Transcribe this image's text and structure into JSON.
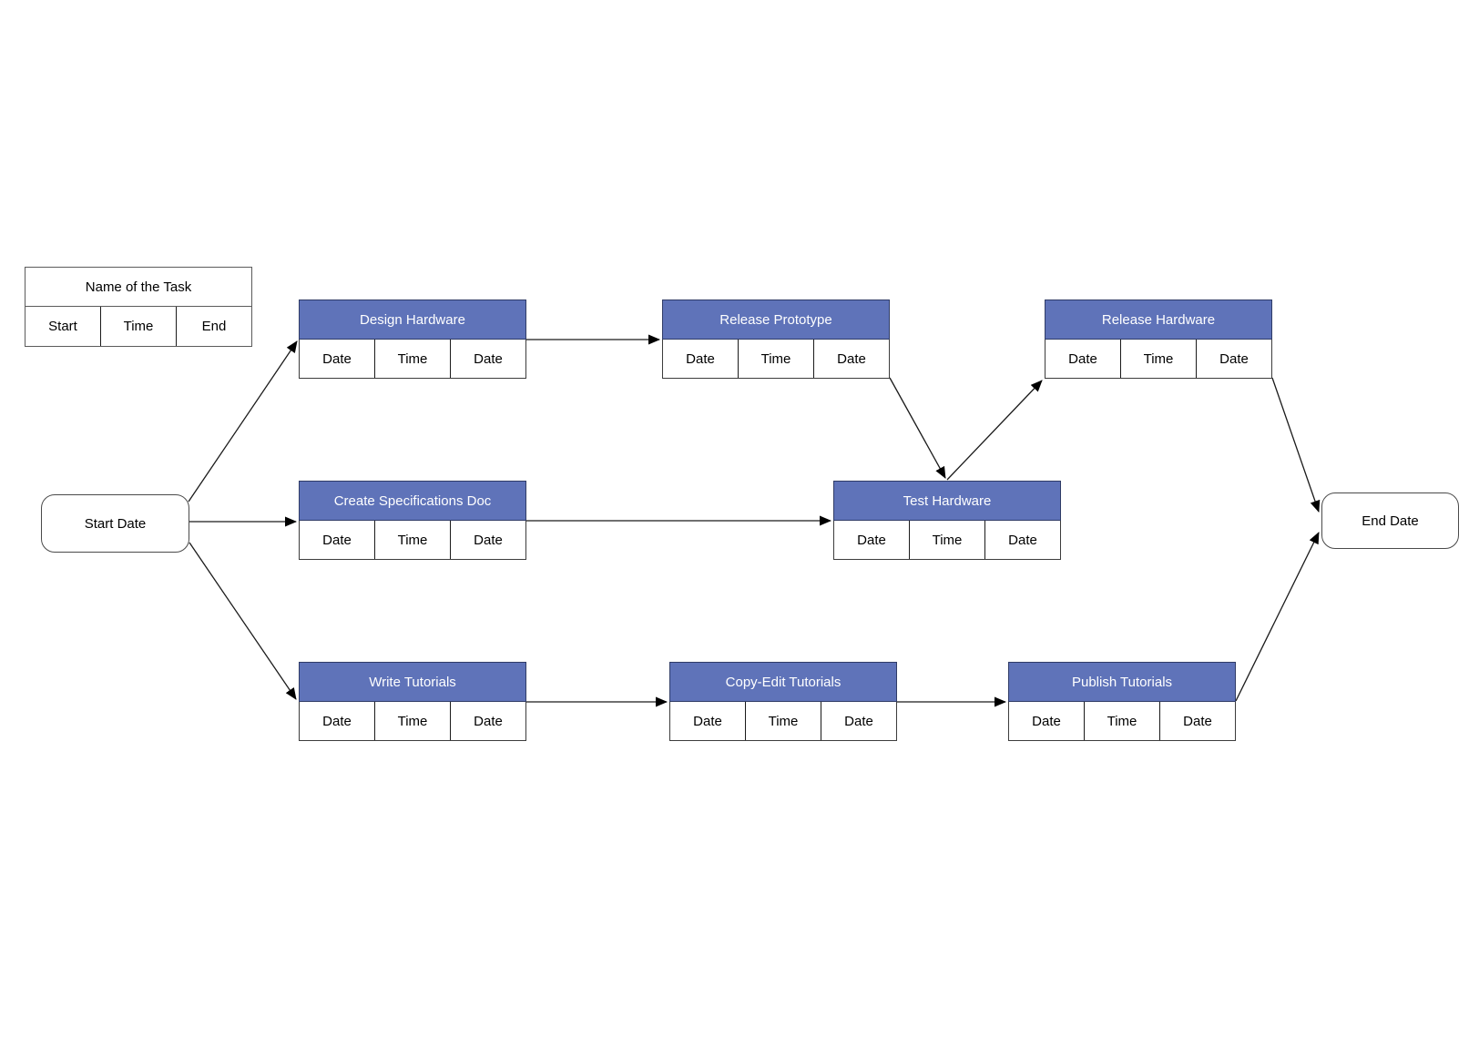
{
  "diagram": {
    "legend": {
      "title": "Name of the Task",
      "columns": [
        "Start",
        "Time",
        "End"
      ]
    },
    "start_node": {
      "label": "Start Date"
    },
    "end_node": {
      "label": "End Date"
    },
    "tasks": [
      {
        "title": "Design Hardware",
        "row": "top",
        "cells": [
          "Date",
          "Time",
          "Date"
        ]
      },
      {
        "title": "Release Prototype",
        "row": "top",
        "cells": [
          "Date",
          "Time",
          "Date"
        ]
      },
      {
        "title": "Release Hardware",
        "row": "top",
        "cells": [
          "Date",
          "Time",
          "Date"
        ]
      },
      {
        "title": "Create Specifications Doc",
        "row": "middle",
        "cells": [
          "Date",
          "Time",
          "Date"
        ]
      },
      {
        "title": "Test Hardware",
        "row": "middle",
        "cells": [
          "Date",
          "Time",
          "Date"
        ]
      },
      {
        "title": "Write Tutorials",
        "row": "bottom",
        "cells": [
          "Date",
          "Time",
          "Date"
        ]
      },
      {
        "title": "Copy-Edit Tutorials",
        "row": "bottom",
        "cells": [
          "Date",
          "Time",
          "Date"
        ]
      },
      {
        "title": "Publish Tutorials",
        "row": "bottom",
        "cells": [
          "Date",
          "Time",
          "Date"
        ]
      }
    ],
    "connections": [
      {
        "from": "Start Date",
        "to": "Design Hardware"
      },
      {
        "from": "Start Date",
        "to": "Create Specifications Doc"
      },
      {
        "from": "Start Date",
        "to": "Write Tutorials"
      },
      {
        "from": "Design Hardware",
        "to": "Release Prototype"
      },
      {
        "from": "Release Prototype",
        "to": "Test Hardware"
      },
      {
        "from": "Create Specifications Doc",
        "to": "Test Hardware"
      },
      {
        "from": "Test Hardware",
        "to": "Release Hardware"
      },
      {
        "from": "Release Hardware",
        "to": "End Date"
      },
      {
        "from": "Write Tutorials",
        "to": "Copy-Edit Tutorials"
      },
      {
        "from": "Copy-Edit Tutorials",
        "to": "Publish Tutorials"
      },
      {
        "from": "Publish Tutorials",
        "to": "End Date"
      }
    ],
    "colors": {
      "task_header_fill": "#5F73B9",
      "task_header_text": "#FFFFFF",
      "task_header_border": "#2F3B66",
      "cell_border": "#1A1A1A",
      "legend_border": "#5B5B5B",
      "terminal_border": "#4A4A4A",
      "connector": "#1A1A1A",
      "canvas_background": "#FFFFFF",
      "text": "#000000"
    }
  }
}
